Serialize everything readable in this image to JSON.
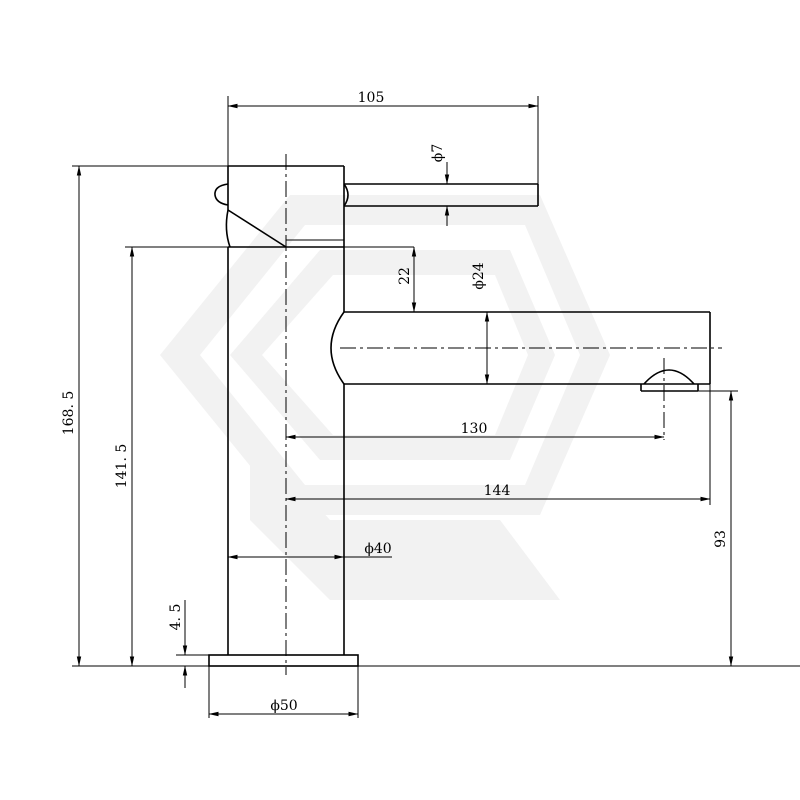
{
  "drawing": {
    "dimensions": {
      "overall_width": "105",
      "lever_diameter": "ϕ7",
      "height_offset": "22",
      "spout_diameter": "ϕ24",
      "overall_height": "168. 5",
      "body_height": "141. 5",
      "spout_reach": "130",
      "spout_length": "144",
      "body_diameter": "ϕ40",
      "outlet_height": "93",
      "base_thickness": "4. 5",
      "base_diameter": "ϕ50"
    }
  }
}
